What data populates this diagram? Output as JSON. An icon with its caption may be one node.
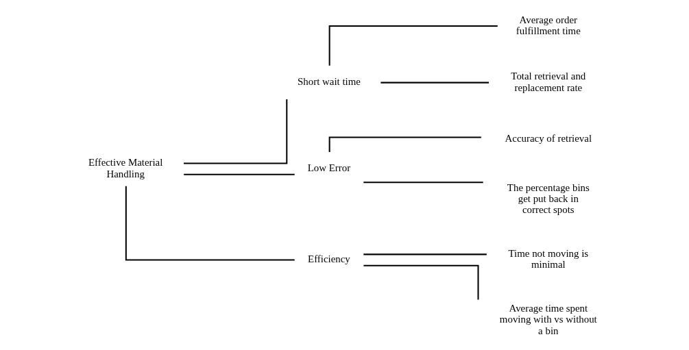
{
  "diagram": {
    "nodes": [
      {
        "text": [
          "Effective Material Handling"
        ]
      },
      {
        "text": [
          "Short wait time"
        ]
      },
      {
        "text": [
          "Low Error"
        ]
      },
      {
        "text": [
          "Efficiency"
        ]
      },
      {
        "text": [
          "Average order fulfillment time"
        ]
      },
      {
        "text": [
          "Total retrieval and replacement rate"
        ]
      },
      {
        "text": [
          "Accuracy of retrieval"
        ]
      },
      {
        "text": [
          "The percentage bins get put back in correct spots"
        ]
      },
      {
        "text": [
          "Time not moving is minimal"
        ]
      },
      {
        "text": [
          "Average time spent moving with vs without a bin"
        ]
      }
    ],
    "edges": [
      {
        "from": 0,
        "to": 1,
        "arrow": "none"
      },
      {
        "from": 0,
        "to": 2,
        "arrow": "none"
      },
      {
        "from": 0,
        "to": 3,
        "arrow": "none"
      },
      {
        "from": 1,
        "to": 4,
        "arrow": "none"
      },
      {
        "from": 1,
        "to": 5,
        "arrow": "none"
      },
      {
        "from": 2,
        "to": 6,
        "arrow": "none"
      },
      {
        "from": 2,
        "to": 7,
        "arrow": "none"
      },
      {
        "from": 3,
        "to": 8,
        "arrow": "none"
      },
      {
        "from": 3,
        "to": 9,
        "arrow": "none"
      }
    ]
  }
}
